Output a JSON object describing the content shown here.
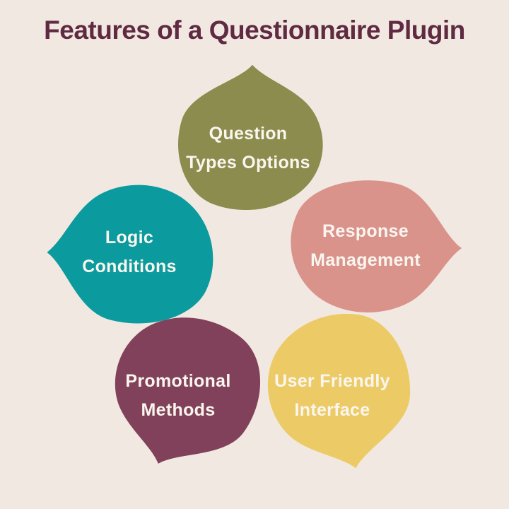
{
  "title": "Features of a Questionnaire Plugin",
  "colors": {
    "background": "#f1e9e1",
    "title_text": "#5f2a42",
    "label_text": "#faf6ef",
    "olive": "#8b8c4d",
    "teal": "#0b9a9e",
    "salmon": "#d9938b",
    "plum": "#82415a",
    "yellow": "#eccb67"
  },
  "petals": [
    {
      "id": "question-types-options",
      "color": "#8b8c4d",
      "lines": [
        "Question",
        "Types Options"
      ]
    },
    {
      "id": "logic-conditions",
      "color": "#0b9a9e",
      "lines": [
        "Logic",
        "Conditions"
      ]
    },
    {
      "id": "response-management",
      "color": "#d9938b",
      "lines": [
        "Response",
        "Management"
      ]
    },
    {
      "id": "promotional-methods",
      "color": "#82415a",
      "lines": [
        "Promotional",
        "Methods"
      ]
    },
    {
      "id": "user-friendly-interface",
      "color": "#eccb67",
      "lines": [
        "User Friendly",
        "Interface"
      ]
    }
  ]
}
